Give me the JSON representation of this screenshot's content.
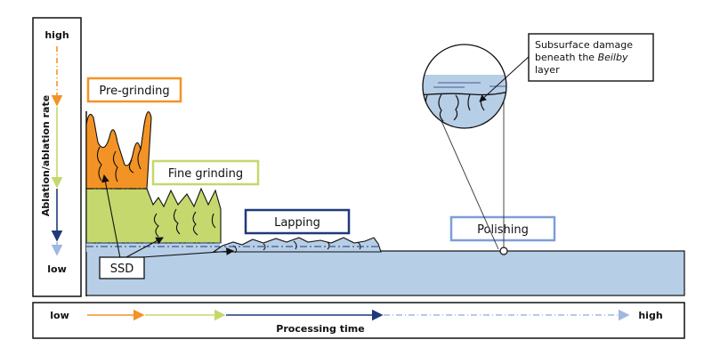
{
  "diagram": {
    "y_axis": {
      "title": "Ablation/ablation rate",
      "high_label": "high",
      "low_label": "low"
    },
    "x_axis": {
      "title": "Processing time",
      "low_label": "low",
      "high_label": "high"
    },
    "stages": [
      {
        "id": "pre-grinding",
        "label": "Pre-grinding",
        "color": "#f39325"
      },
      {
        "id": "fine-grinding",
        "label": "Fine grinding",
        "color": "#c5d86d"
      },
      {
        "id": "lapping",
        "label": "Lapping",
        "color": "#1f3a7a"
      },
      {
        "id": "polishing",
        "label": "Polishing",
        "color": "#7d9fd6"
      }
    ],
    "ssd_label": "SSD",
    "callout": {
      "line1": "Subsurface damage",
      "line2_prefix": "beneath the ",
      "line2_italic": "Beilby",
      "line3": "layer"
    },
    "colors": {
      "substrate": "#b7cee7",
      "orange": "#f39325",
      "green": "#c5d86d",
      "navy": "#1f3a7a",
      "lightblue": "#9fb8e0"
    }
  }
}
